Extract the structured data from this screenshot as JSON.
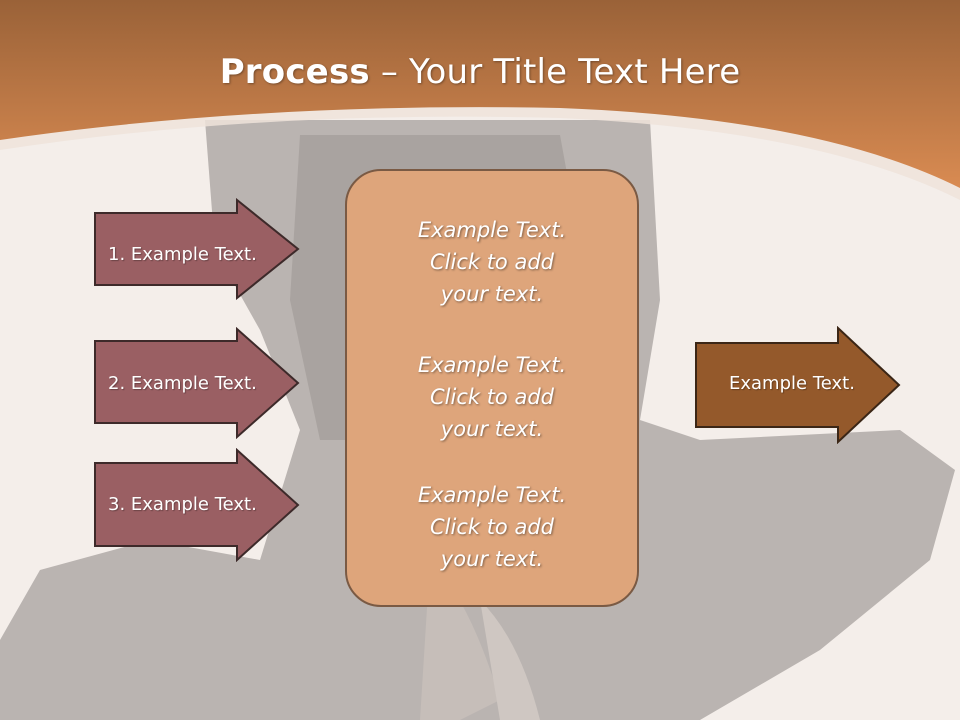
{
  "title": {
    "bold": "Process",
    "rest": " – Your Title Text Here"
  },
  "colors": {
    "header": "#c9814c",
    "left_arrows": "#9a5f63",
    "right_arrow": "#94592b",
    "center_box": "#dea57b",
    "background": "#f3ede8"
  },
  "left_arrows": [
    {
      "label": "1. Example Text."
    },
    {
      "label": "2. Example Text."
    },
    {
      "label": "3. Example Text."
    }
  ],
  "center_box": {
    "blocks": [
      {
        "line1": "Example Text.",
        "line2": "Click  to add",
        "line3": "your text."
      },
      {
        "line1": "Example Text.",
        "line2": "Click  to add",
        "line3": "your text."
      },
      {
        "line1": "Example Text.",
        "line2": "Click  to add",
        "line3": "your text."
      }
    ]
  },
  "right_arrow": {
    "label": "Example Text."
  }
}
